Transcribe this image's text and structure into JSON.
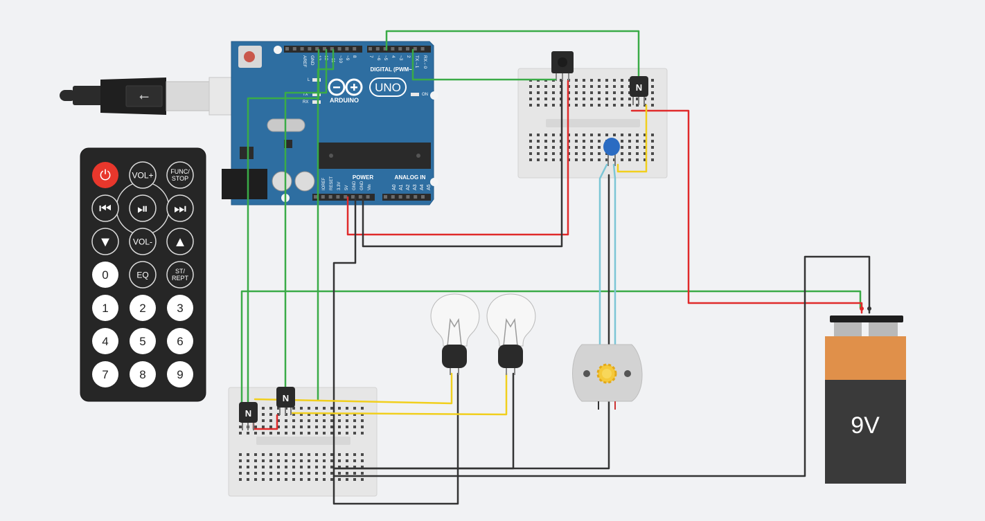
{
  "colors": {
    "background": "#f1f2f4",
    "board": "#2e6ea1",
    "board_dark": "#1f5486",
    "header": "#2b2b2b",
    "breadboard": "#e6e6e6",
    "wire_green": "#3aab47",
    "wire_red": "#e02a2a",
    "wire_black": "#333333",
    "wire_yellow": "#f1cf1d",
    "wire_cyan": "#7cc6d6",
    "remote": "#262626",
    "power_button": "#e8372c",
    "battery_top": "#e0904a",
    "battery_body": "#3a3a3a"
  },
  "arduino": {
    "brand": "ARDUINO",
    "model": "UNO",
    "digital_label": "DIGITAL (PWM~)",
    "power_label": "POWER",
    "analog_label": "ANALOG IN",
    "on_label": "ON",
    "led_l": "L",
    "led_tx": "TX",
    "led_rx": "RX",
    "top_pins": [
      "AREF",
      "GND",
      "13",
      "12",
      "~11",
      "~10",
      "~9",
      "8",
      "7",
      "~6",
      "~5",
      "4",
      "~3",
      "2",
      "TX→1",
      "RX←0"
    ],
    "power_pins": [
      "IOREF",
      "RESET",
      "3.3V",
      "5V",
      "GND",
      "GND",
      "Vin"
    ],
    "analog_pins": [
      "A0",
      "A1",
      "A2",
      "A3",
      "A4",
      "A5"
    ]
  },
  "remote": {
    "buttons": [
      {
        "label": "⏻",
        "icon": "power-icon"
      },
      {
        "label": "VOL+"
      },
      {
        "label": "FUNC/\nSTOP"
      },
      {
        "label": "⏮",
        "icon": "previous-icon"
      },
      {
        "label": "⏯",
        "icon": "play-pause-icon"
      },
      {
        "label": "⏭",
        "icon": "next-icon"
      },
      {
        "label": "▼",
        "icon": "down-icon"
      },
      {
        "label": "VOL-"
      },
      {
        "label": "▲",
        "icon": "up-icon"
      },
      {
        "label": "0"
      },
      {
        "label": "EQ"
      },
      {
        "label": "ST/\nREPT"
      },
      {
        "label": "1"
      },
      {
        "label": "2"
      },
      {
        "label": "3"
      },
      {
        "label": "4"
      },
      {
        "label": "5"
      },
      {
        "label": "6"
      },
      {
        "label": "7"
      },
      {
        "label": "8"
      },
      {
        "label": "9"
      }
    ]
  },
  "transistors": [
    {
      "label": "N"
    },
    {
      "label": "N"
    },
    {
      "label": "N"
    }
  ],
  "battery": {
    "label": "9V"
  }
}
